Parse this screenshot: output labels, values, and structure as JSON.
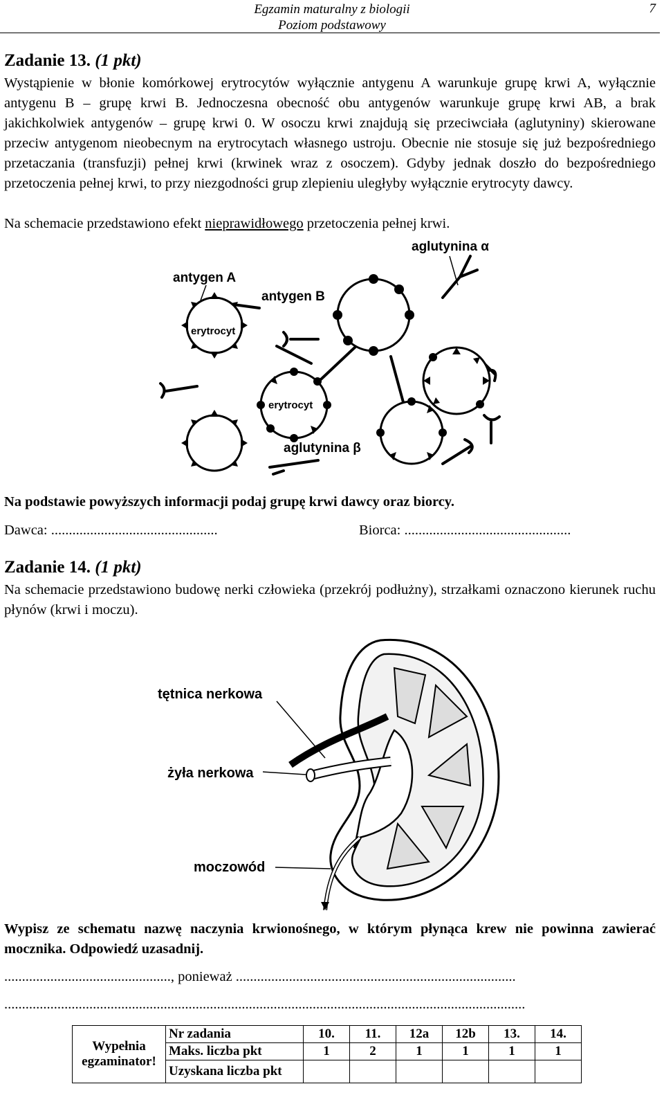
{
  "header": {
    "line1": "Egzamin maturalny z biologii",
    "line2": "Poziom podstawowy",
    "page_number": "7"
  },
  "task13": {
    "title": "Zadanie 13.",
    "points": "(1 pkt)",
    "p1": "Wystąpienie w błonie komórkowej erytrocytów wyłącznie antygenu A warunkuje grupę krwi A, wyłącznie antygenu B – grupę krwi B. Jednoczesna obecność obu antygenów warunkuje grupę krwi AB, a brak jakichkolwiek antygenów – grupę krwi 0. W osoczu krwi znajdują się przeciwciała (aglutyniny) skierowane przeciw antygenom nieobecnym na erytrocytach własnego ustroju. Obecnie nie stosuje się już bezpośredniego przetaczania (transfuzji) pełnej krwi (krwinek wraz z osoczem). Gdyby jednak doszło do bezpośredniego przetoczenia pełnej krwi, to przy niezgodności grup zlepieniu uległyby wyłącznie erytrocyty dawcy.",
    "p2_before": "Na schemacie przedstawiono efekt ",
    "p2_underlined": "nieprawidłowego",
    "p2_after": " przetoczenia pełnej krwi.",
    "diagram": {
      "label_agl_alpha": "aglutynina α",
      "label_antigen_a": "antygen A",
      "label_antigen_b": "antygen B",
      "label_erytrocyt_1": "erytrocyt",
      "label_erytrocyt_2": "erytrocyt",
      "label_agl_beta": "aglutynina β"
    },
    "question": "Na podstawie powyższych informacji podaj grupę krwi dawcy oraz biorcy.",
    "donor_label": "Dawca: ...............................................",
    "recipient_label": "Biorca: ...............................................",
    "donor_answer": "",
    "recipient_answer": ""
  },
  "task14": {
    "title": "Zadanie 14.",
    "points": "(1 pkt)",
    "p1": "Na schemacie przedstawiono budowę nerki człowieka (przekrój podłużny), strzałkami oznaczono kierunek ruchu płynów (krwi i moczu).",
    "diagram": {
      "label_artery": "tętnica nerkowa",
      "label_vein": "żyła nerkowa",
      "label_ureter": "moczowód"
    },
    "question": "Wypisz ze schematu nazwę naczynia krwionośnego, w którym płynąca krew nie powinna zawierać mocznika. Odpowiedź uzasadnij.",
    "answer_line1": "..............................................., ponieważ ...............................................................................",
    "answer_line2": "..................................................................................................................................................."
  },
  "grading": {
    "side_label": "Wypełnia egzaminator!",
    "row1_label": "Nr zadania",
    "row2_label": "Maks. liczba pkt",
    "row3_label": "Uzyskana liczba pkt",
    "tasks": [
      "10.",
      "11.",
      "12a",
      "12b",
      "13.",
      "14."
    ],
    "max_points": [
      "1",
      "2",
      "1",
      "1",
      "1",
      "1"
    ]
  }
}
